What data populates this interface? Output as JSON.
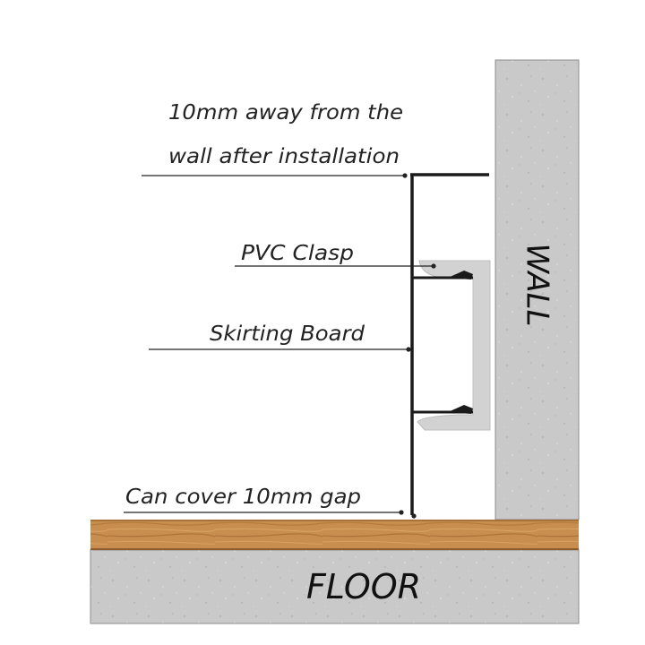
{
  "labels": {
    "distance_line1": "10mm away from the",
    "distance_line2": "wall after installation",
    "pvc_clasp": "PVC Clasp",
    "skirting_board": "Skirting Board",
    "gap_cover": "Can cover 10mm gap"
  },
  "regions": {
    "wall": "WALL",
    "floor": "FLOOR"
  },
  "colors": {
    "concrete": "#c9c9c9",
    "wood": "#c88e4f",
    "wood_dark": "#a9713a",
    "clasp": "#d2d2d2",
    "board": "#1a1a1a",
    "leader": "#222222"
  }
}
